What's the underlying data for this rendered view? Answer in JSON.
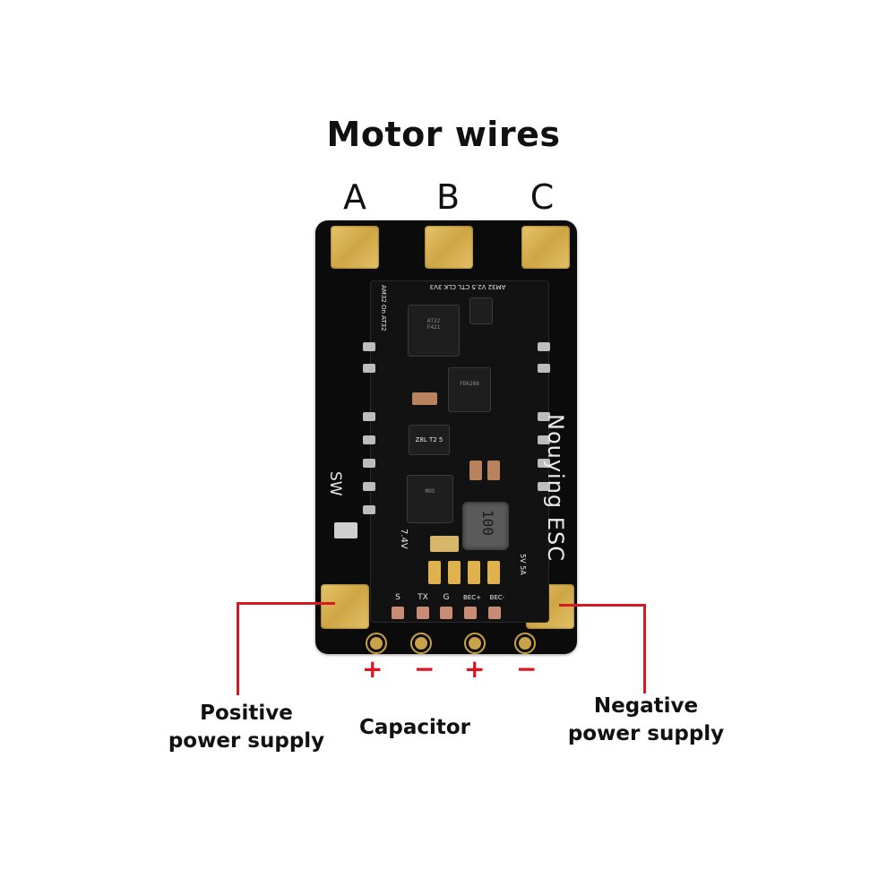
{
  "title": "Motor wires",
  "motor_labels": [
    "A",
    "B",
    "C"
  ],
  "board": {
    "brand_text": "Nouying ESC",
    "sw_text": "SW",
    "module_header": "AM32 V2.5 CTL CLK 3V3",
    "module_side": "AM32 On AT32",
    "voltage_text": "7.4V",
    "rail_text": "5V 5A",
    "inductor_text": "100",
    "chip_ldo_text": "Z8L T2 5",
    "pin_labels": [
      "S",
      "TX",
      "G",
      "BEC+",
      "BEC-"
    ],
    "pad_colors": {
      "gold": "#d4ac4c",
      "board": "#0b0b0b"
    }
  },
  "capacitor_signs": [
    "+",
    "−",
    "+",
    "−"
  ],
  "callouts": {
    "positive": "Positive\npower supply",
    "capacitor": "Capacitor",
    "negative": "Negative\npower supply"
  },
  "accent_color": "#d41b23"
}
